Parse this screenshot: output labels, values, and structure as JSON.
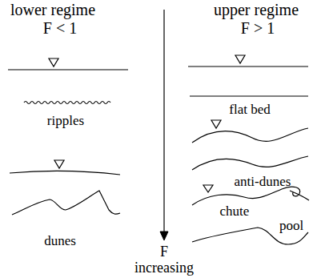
{
  "diagram": {
    "labels": [
      "lower regime",
      "upper regime",
      "F < 1",
      "F > 1",
      "ripples",
      "dunes",
      "flat bed",
      "anti-dunes",
      "chute",
      "pool",
      "F increasing"
    ]
  }
}
